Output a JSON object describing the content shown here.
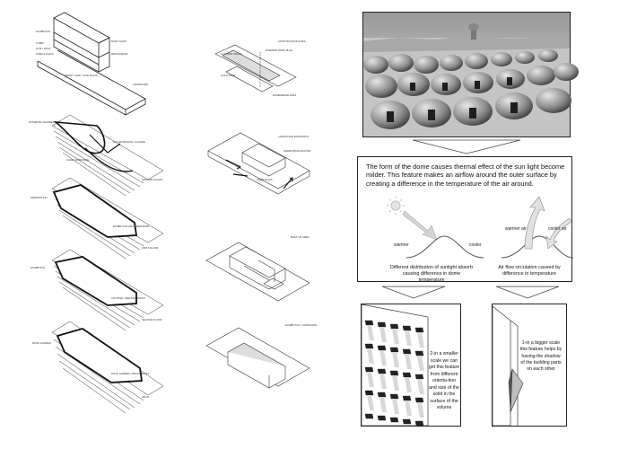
{
  "left_labels": {
    "d1": [
      "EXHIBITION",
      "LOBBY",
      "GYM / POOL",
      "PUBLIC PLAZA",
      "FRONT YARD / VOID PLAZA",
      "BOOK SHOP",
      "RESTAURANT",
      "LANDSCAPE"
    ],
    "d2": [
      "EXTERIOR CHANNELS",
      "CAFE / ENTRANCE",
      "SKY ENTRANCE / LOUNGE",
      "GROUND FLOOR"
    ],
    "d3": [
      "ORIENTATION",
      "EXHIBITION HALL / BAR ZONE",
      "FIRST FLOOR"
    ],
    "d4": [
      "EXHIBITION",
      "VIP ZONE / MEETING ROOM",
      "SECOND FLOOR"
    ],
    "d5": [
      "ROOF GARDEN",
      "ROOF GARDEN / RESTAURANT",
      "ROOF"
    ]
  },
  "mid_labels": {
    "m1": [
      "CONSTRUCTION AXES",
      "STEPPED ROOF PLAN",
      "LIGHTING WELLS",
      "LIGHT AXES",
      "EXPERIENCE AXES"
    ],
    "m2": [
      "LANDSCAPE EXPANSION",
      "PEDESTRIAN ROUTES",
      "OPEN PLAZA"
    ],
    "m3": [
      "BUILT UP AREA"
    ],
    "m4": [
      "EXHIBITION / LANDSCAPE"
    ]
  },
  "explain": {
    "text": "The form of the dome causes thermal effect of the sun light become milder. This feature makes an airflow around the outer surface by creating a difference in the temperature of the air around.",
    "warmer_left": "warmer",
    "cooler_left": "cooler",
    "warmer_air": "warmer air",
    "cooler_air": "cooler air",
    "caption_left": "Different distribution  of sunlight absorb causing difference in dome temperature",
    "caption_right": "Air flow circulation caused by difference in temperature"
  },
  "panel_small": {
    "text": "2-in a smaller scale we can get this feature from different orienta-tion and size of the solid in the surface of the volume"
  },
  "panel_big": {
    "text": "1-in a bigger scale this feature helps by having the shadow of the building parts on each other"
  },
  "colors": {
    "line": "#222222",
    "sun": "#bbbbbb",
    "arrow_warm": "#c8c8c8"
  }
}
